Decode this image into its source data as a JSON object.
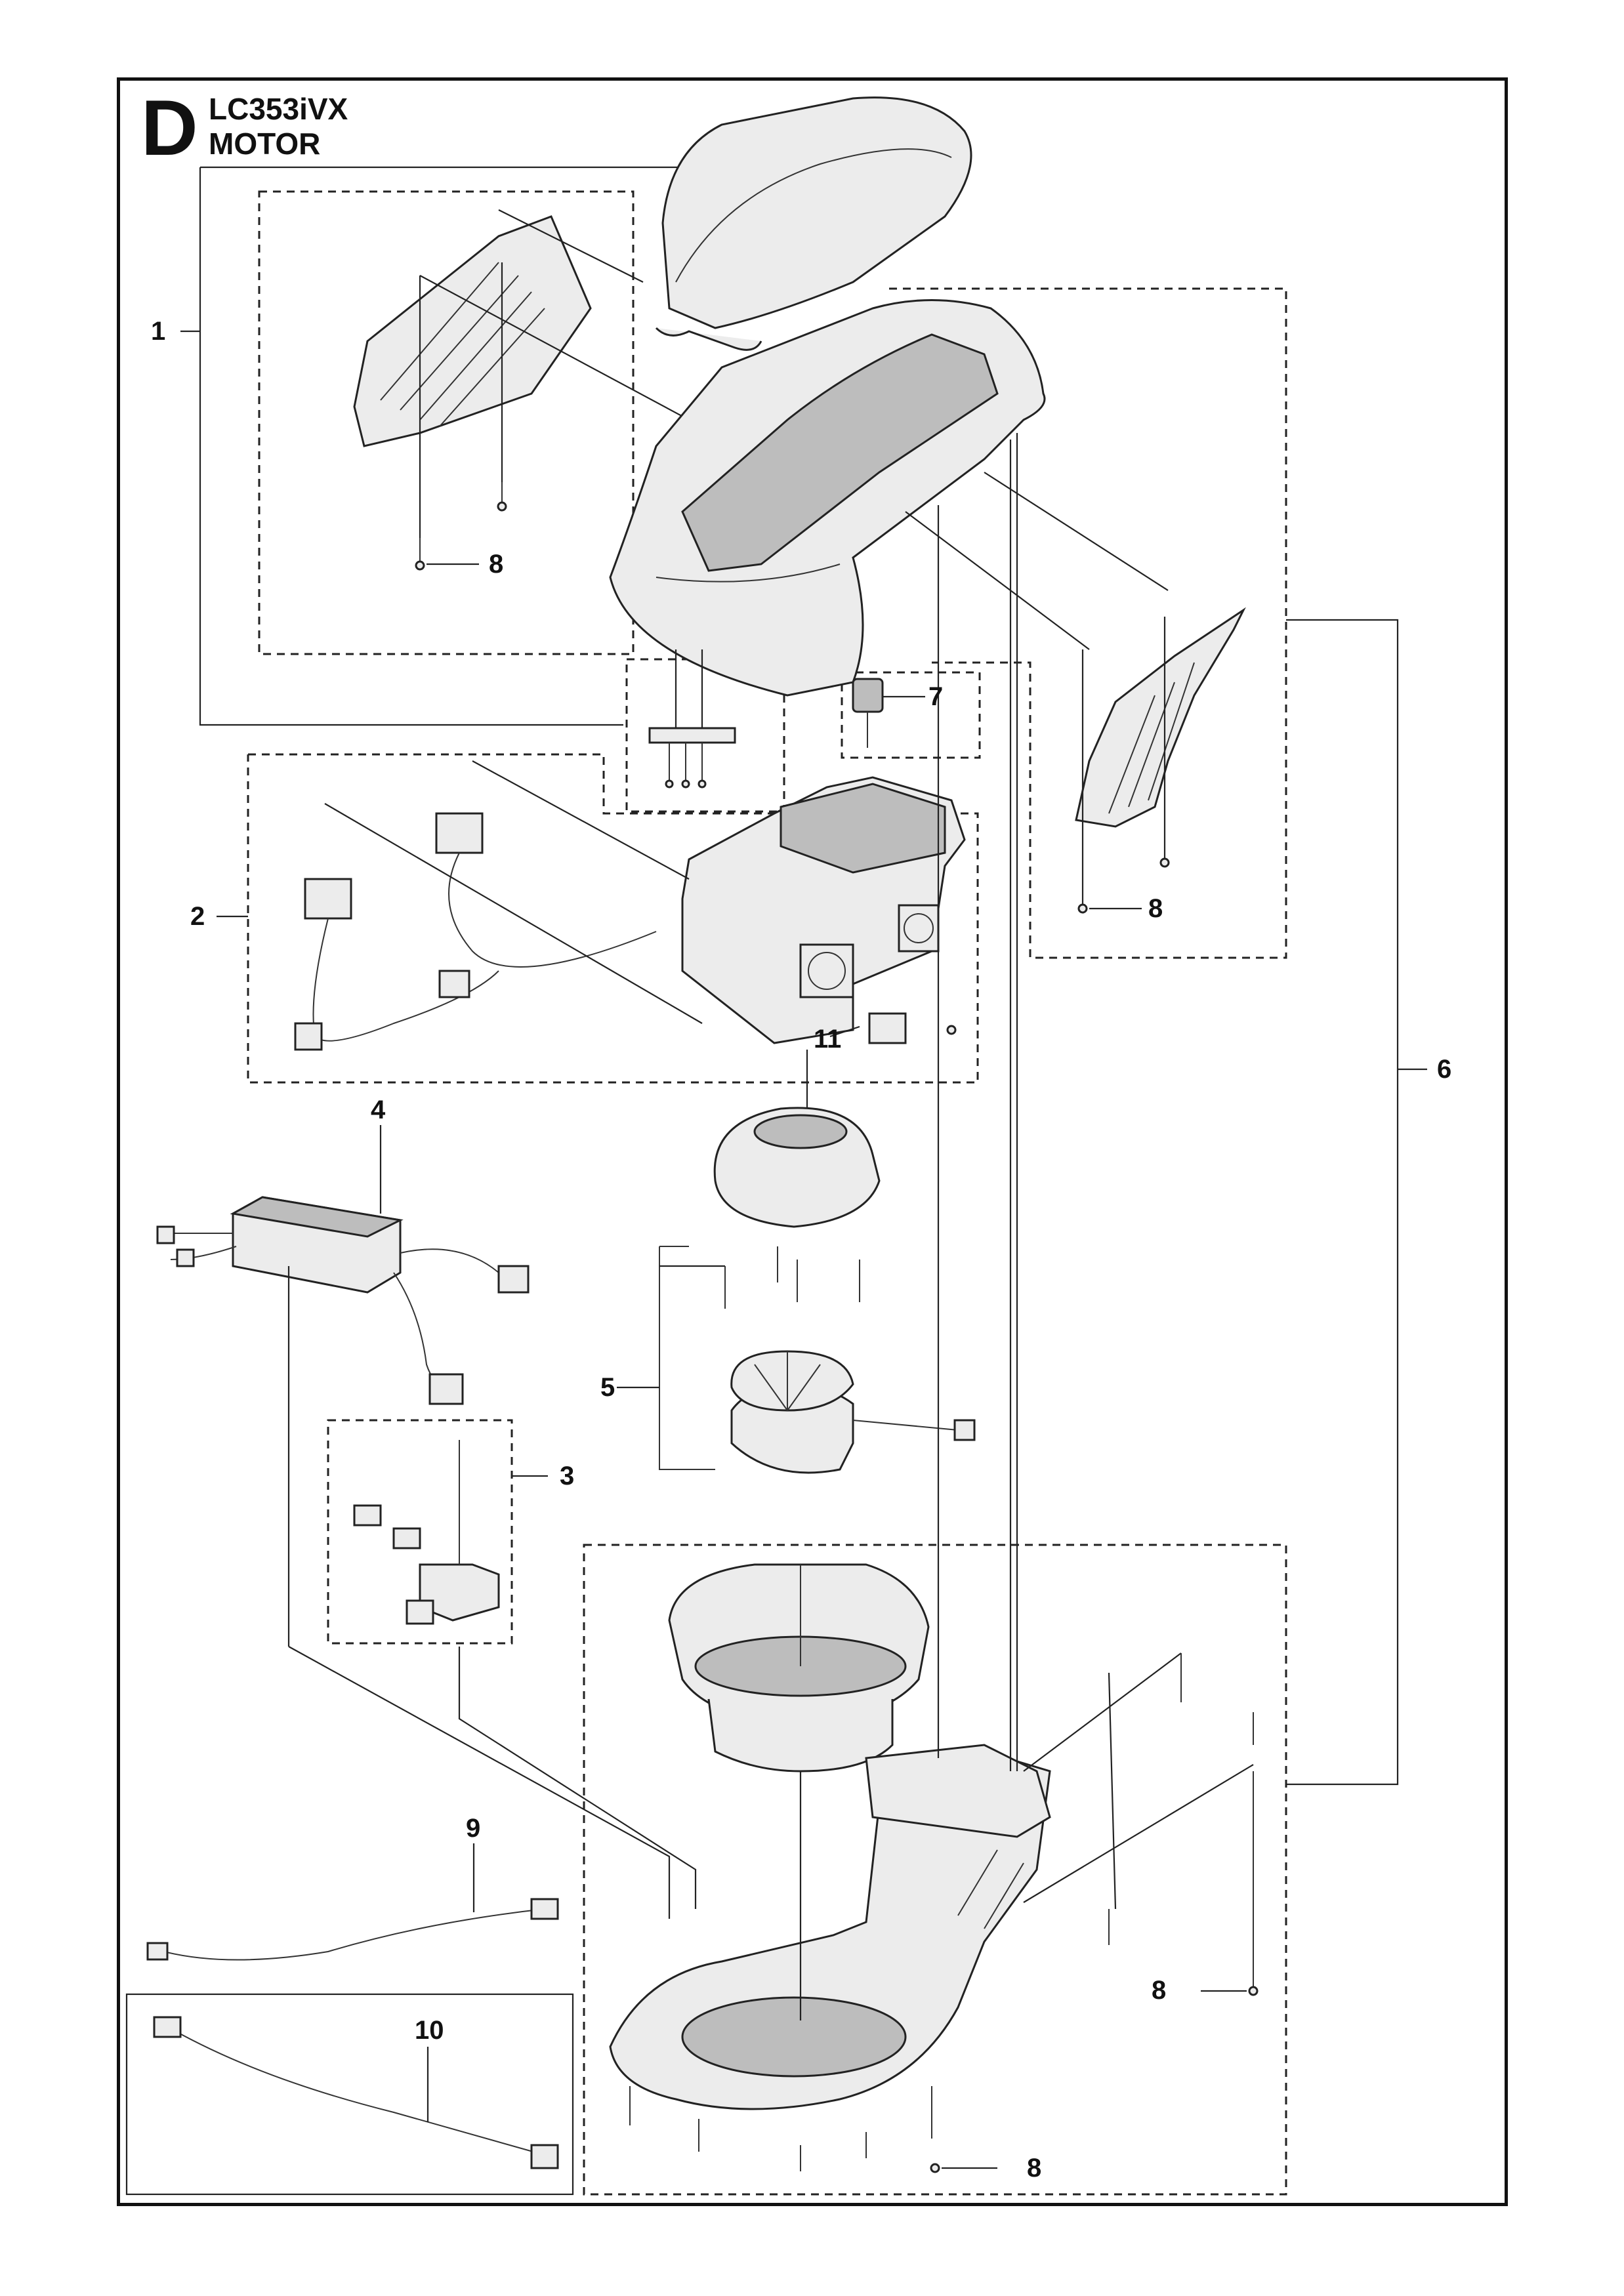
{
  "header": {
    "section_letter": "D",
    "model": "LC353iVX",
    "group": "MOTOR"
  },
  "callouts": [
    {
      "id": "c1",
      "label": "1"
    },
    {
      "id": "c2",
      "label": "2"
    },
    {
      "id": "c3",
      "label": "3"
    },
    {
      "id": "c4",
      "label": "4"
    },
    {
      "id": "c5",
      "label": "5"
    },
    {
      "id": "c6",
      "label": "6"
    },
    {
      "id": "c7",
      "label": "7"
    },
    {
      "id": "c8a",
      "label": "8"
    },
    {
      "id": "c8b",
      "label": "8"
    },
    {
      "id": "c8c",
      "label": "8"
    },
    {
      "id": "c8d",
      "label": "8"
    },
    {
      "id": "c9",
      "label": "9"
    },
    {
      "id": "c10",
      "label": "10"
    },
    {
      "id": "c11",
      "label": "11"
    }
  ]
}
